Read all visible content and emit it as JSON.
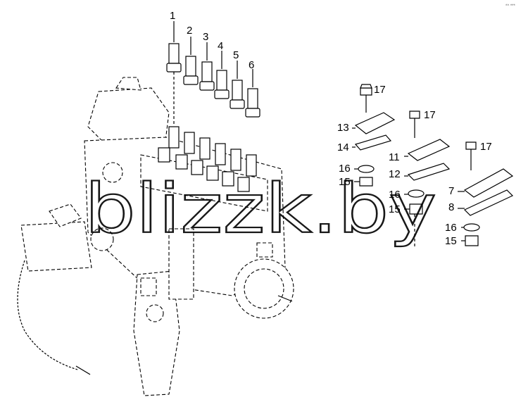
{
  "watermark": "blizzk.by",
  "corner_mark": "*^ ***",
  "callouts": {
    "c1": "1",
    "c2": "2",
    "c3": "3",
    "c4": "4",
    "c5": "5",
    "c6": "6",
    "c17a": "17",
    "c17b": "17",
    "c17c": "17",
    "c13": "13",
    "c14": "14",
    "c16a": "16",
    "c15a": "15",
    "c11": "11",
    "c12": "12",
    "c16b": "16",
    "c15b": "15",
    "c7": "7",
    "c8": "8",
    "c16c": "16",
    "c15c": "15"
  }
}
